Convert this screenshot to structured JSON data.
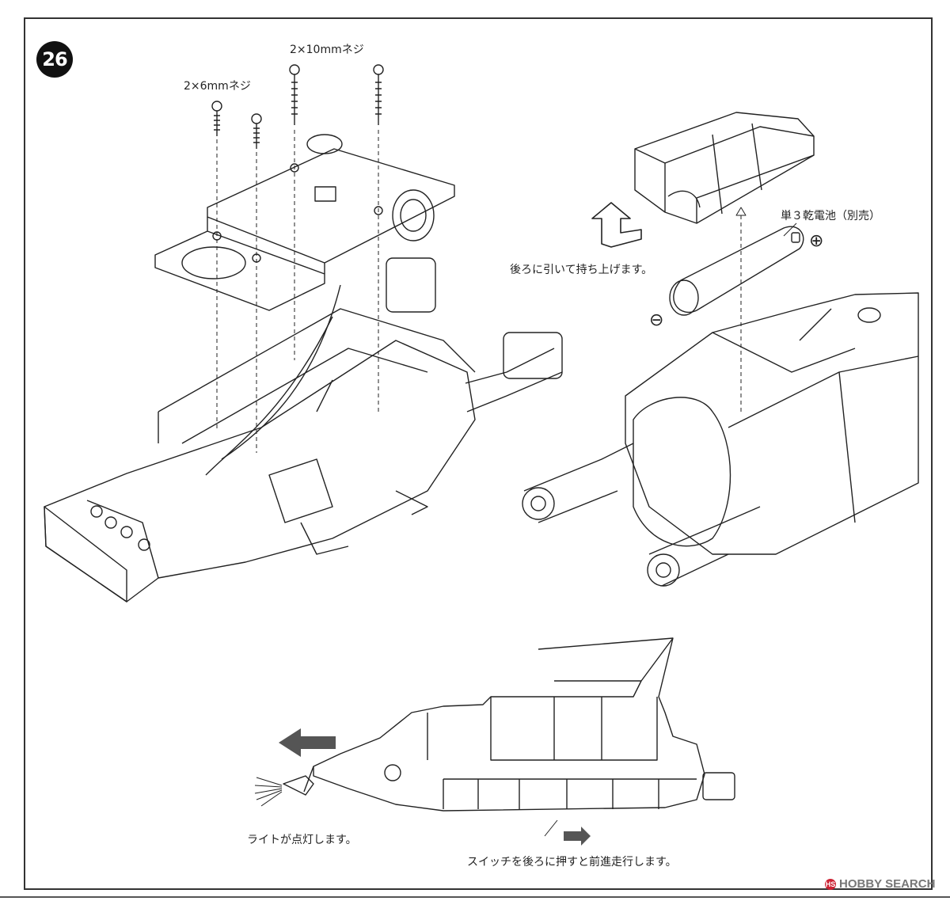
{
  "step": {
    "number": "26"
  },
  "labels": {
    "screw_10mm": "2×10mmネジ",
    "screw_6mm": "2×6mmネジ",
    "battery": "単３乾電池（別売）",
    "pull_lift": "後ろに引いて持ち上げます。",
    "light_on": "ライトが点灯します。",
    "switch_note": "スイッチを後ろに押すと前進走行します。"
  },
  "symbols": {
    "plus": "⊕",
    "minus": "⊖"
  },
  "watermark": {
    "text": "HOBBY SEARCH",
    "mark": "HS"
  },
  "colors": {
    "line": "#222222",
    "arrow": "#555555"
  }
}
